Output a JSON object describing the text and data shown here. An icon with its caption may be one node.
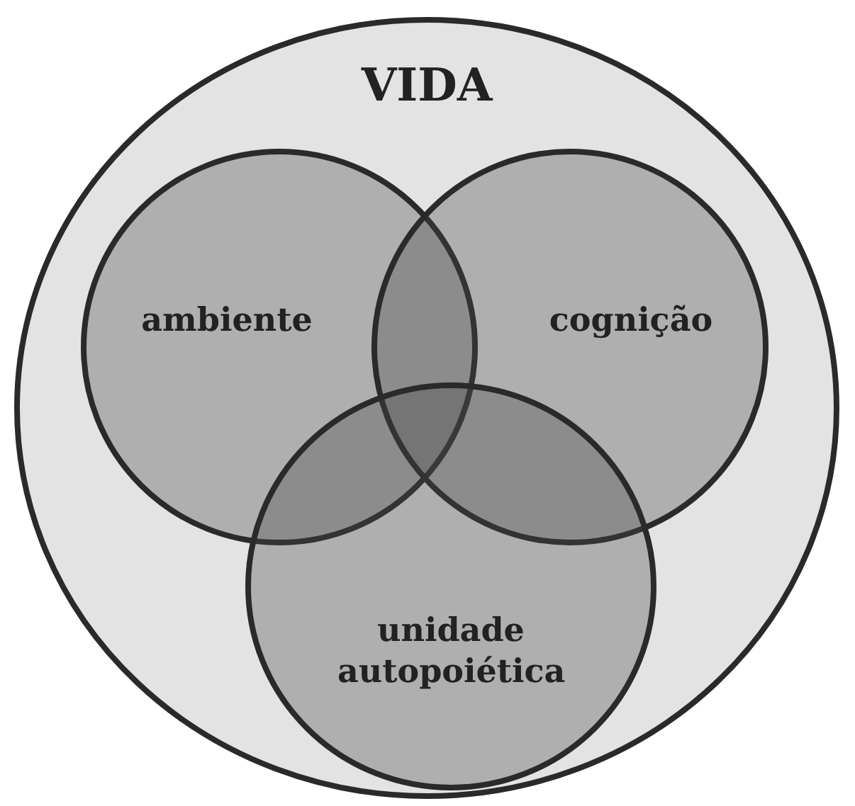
{
  "diagram": {
    "nodes": [
      {
        "text": [
          "VIDA"
        ]
      },
      {
        "text": [
          "ambiente"
        ],
        "in": 0
      },
      {
        "text": [
          "cognição"
        ],
        "in": 0
      },
      {
        "text": [
          "unidade autopoiética"
        ],
        "in": 0
      }
    ]
  }
}
